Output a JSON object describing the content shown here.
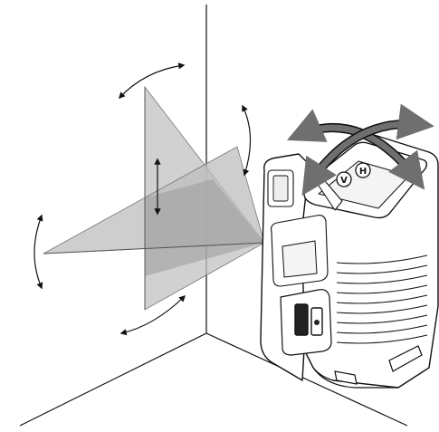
{
  "diagram": {
    "button_labels": {
      "vertical": "V",
      "horizontal": "H"
    },
    "colors": {
      "line": "#111111",
      "plane_fill": "#bdbdbd",
      "overlap_fill": "#9a9a9a",
      "arrow_gray": "#6f6f6f",
      "device_body": "#ffffff"
    },
    "icons": {
      "arrows": "double-headed-curved-arrow",
      "buttons": "round-push-button"
    }
  }
}
